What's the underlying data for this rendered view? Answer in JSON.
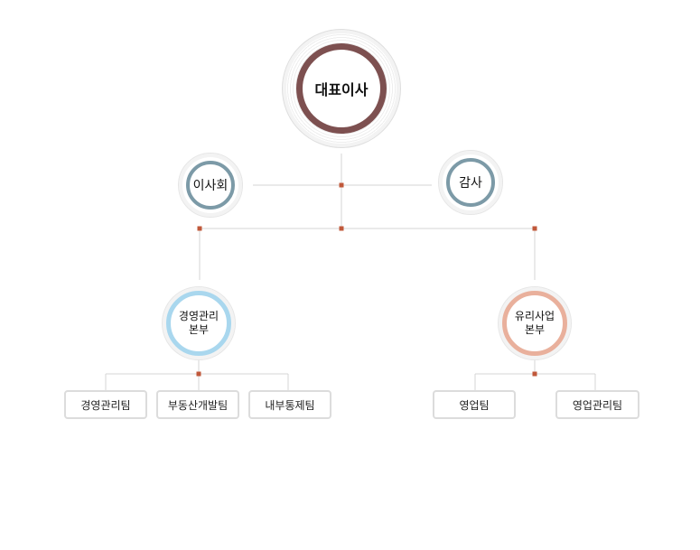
{
  "diagram": {
    "ceo": {
      "label": "대표이사"
    },
    "board": {
      "label": "이사회"
    },
    "audit": {
      "label": "감사"
    },
    "divisions": [
      {
        "line1": "경영관리",
        "line2": "본부"
      },
      {
        "line1": "유리사업",
        "line2": "본부"
      }
    ],
    "teams": [
      {
        "label": "경영관리팀"
      },
      {
        "label": "부동산개발팀"
      },
      {
        "label": "내부통제팀"
      },
      {
        "label": "영업팀"
      },
      {
        "label": "영업관리팀"
      }
    ],
    "colors": {
      "ceo_ring": "#7d5050",
      "staff_ring": "#7c9aa7",
      "management_ring": "#a9d7ee",
      "sales_ring": "#e9b09c",
      "connector": "#d6d6d6",
      "junction": "#c0583a"
    }
  }
}
